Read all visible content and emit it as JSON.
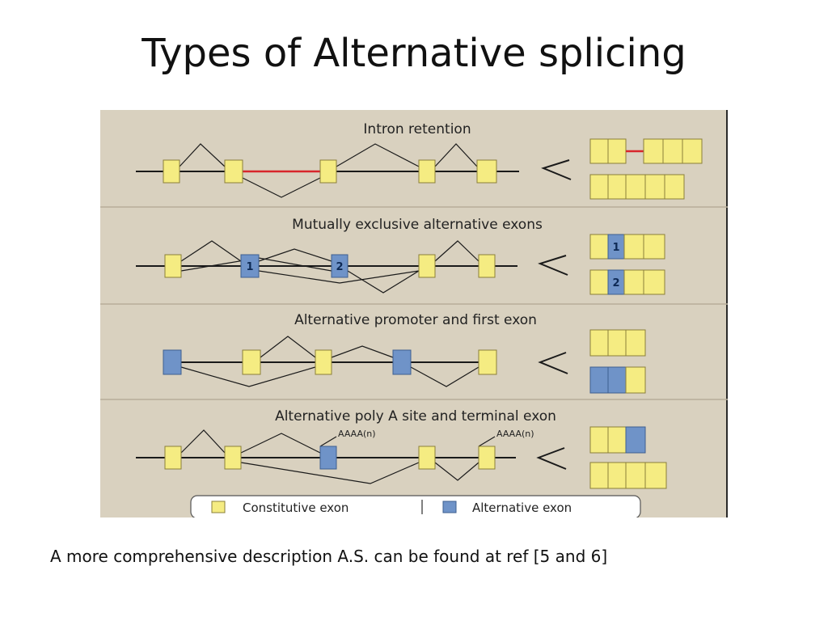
{
  "slide": {
    "title": "Types of Alternative splicing",
    "caption": "A more comprehensive description A.S. can be found at ref [5 and 6]"
  },
  "figure": {
    "panels": [
      {
        "id": "intron-retention",
        "title": "Intron retention",
        "exon_labels": []
      },
      {
        "id": "mutually-exclusive",
        "title": "Mutually exclusive alternative exons",
        "exon_labels": [
          "1",
          "2"
        ]
      },
      {
        "id": "alt-promoter",
        "title": "Alternative promoter and first exon",
        "exon_labels": []
      },
      {
        "id": "alt-polya",
        "title": "Alternative poly A site and terminal exon",
        "exon_labels": [],
        "polya_labels": [
          "AAAA(n)",
          "AAAA(n)"
        ]
      }
    ],
    "legend": {
      "constitutive": "Constitutive exon",
      "alternative": "Alternative exon"
    }
  },
  "colors": {
    "background": "#d9d1bf",
    "constitutive_exon": "#f5ec82",
    "alternative_exon": "#6f93c8",
    "intron_retained": "#d8262b",
    "line": "#1a1a1a"
  }
}
